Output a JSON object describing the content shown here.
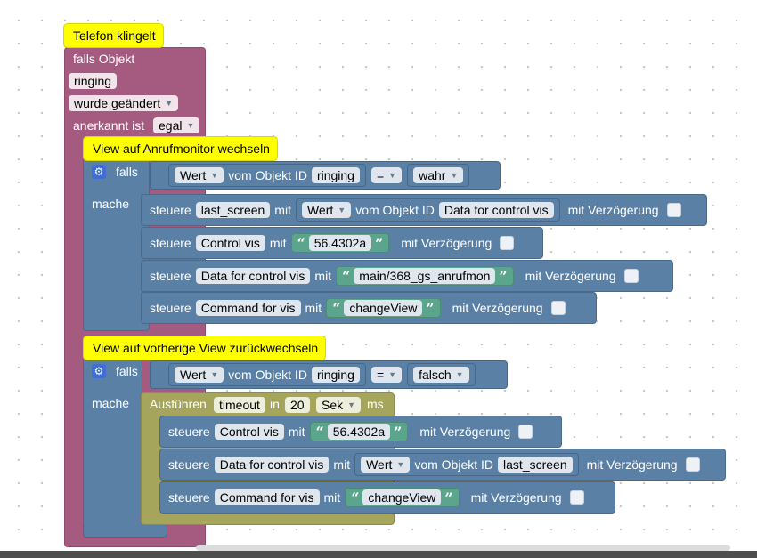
{
  "trigger": {
    "comment": "Telefon klingelt",
    "falls_objekt": "falls Objekt",
    "object_id": "ringing",
    "wurde_geaendert": "wurde geändert",
    "anerkannt_ist": "anerkannt ist",
    "anerkannt_value": "egal"
  },
  "block1": {
    "comment": "View auf Anrufmonitor wechseln",
    "falls": "falls",
    "mache": "mache",
    "condition": {
      "wert": "Wert",
      "vom_objekt_id": "vom Objekt ID",
      "object": "ringing",
      "op": "=",
      "value": "wahr"
    },
    "statements": [
      {
        "steuere": "steuere",
        "target": "last_screen",
        "mit": "mit",
        "wert": "Wert",
        "vom_objekt_id": "vom Objekt ID",
        "source": "Data for control vis",
        "delay": "mit Verzögerung"
      },
      {
        "steuere": "steuere",
        "target": "Control vis",
        "mit": "mit",
        "text": "56.4302a",
        "delay": "mit Verzögerung"
      },
      {
        "steuere": "steuere",
        "target": "Data for control vis",
        "mit": "mit",
        "text": "main/368_gs_anrufmon",
        "delay": "mit Verzögerung"
      },
      {
        "steuere": "steuere",
        "target": "Command for vis",
        "mit": "mit",
        "text": "changeView",
        "delay": "mit Verzögerung"
      }
    ]
  },
  "block2": {
    "comment": "View auf vorherige View zurückwechseln",
    "falls": "falls",
    "mache": "mache",
    "condition": {
      "wert": "Wert",
      "vom_objekt_id": "vom Objekt ID",
      "object": "ringing",
      "op": "=",
      "value": "falsch"
    },
    "timer": {
      "ausfuehren": "Ausführen",
      "name": "timeout",
      "in": "in",
      "amount": "20",
      "unit": "Sek",
      "ms": "ms"
    },
    "statements": [
      {
        "steuere": "steuere",
        "target": "Control vis",
        "mit": "mit",
        "text": "56.4302a",
        "delay": "mit Verzögerung"
      },
      {
        "steuere": "steuere",
        "target": "Data for control vis",
        "mit": "mit",
        "wert": "Wert",
        "vom_objekt_id": "vom Objekt ID",
        "source": "last_screen",
        "delay": "mit Verzögerung"
      },
      {
        "steuere": "steuere",
        "target": "Command for vis",
        "mit": "mit",
        "text": "changeView",
        "delay": "mit Verzögerung"
      }
    ]
  },
  "colors": {
    "trigger": "#a55b80",
    "logic": "#5b80a5",
    "text": "#5ba58c",
    "timer": "#a5a55b",
    "comment": "#ffff00"
  },
  "icons": {
    "settings": "gear-icon",
    "dropdown": "chevron-down-icon",
    "quote_open": "“",
    "quote_close": "”"
  }
}
